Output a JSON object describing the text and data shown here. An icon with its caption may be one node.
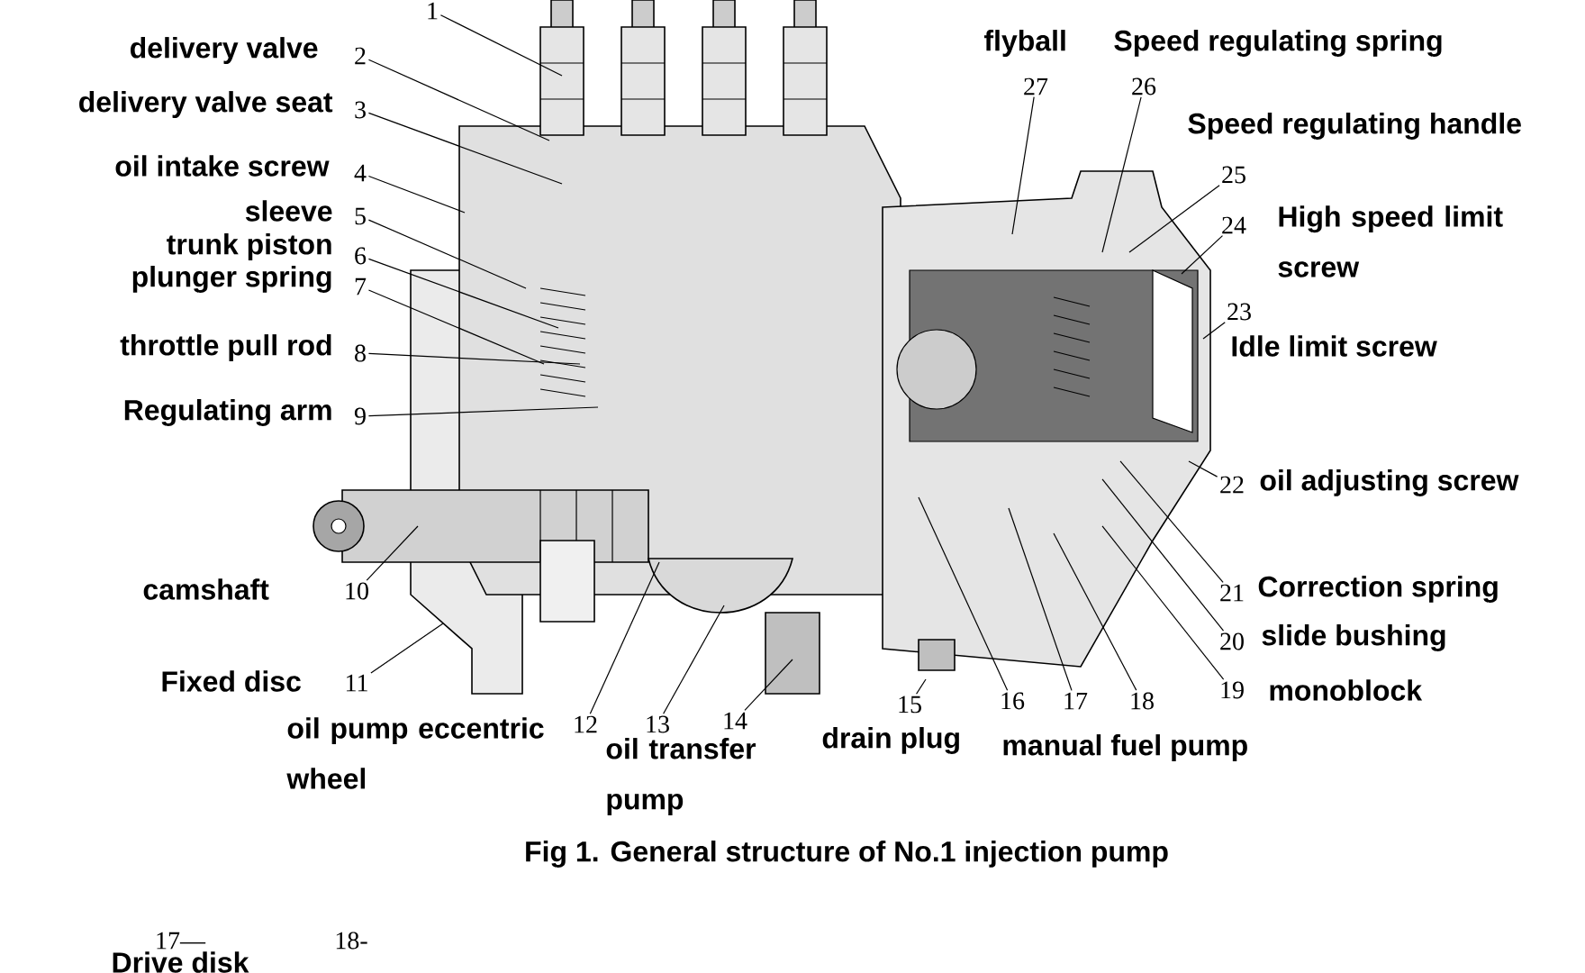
{
  "diagram": {
    "caption": "Fig 1. General structure of No.1 injection pump",
    "nodes": [
      {
        "text": [
          "1"
        ]
      },
      {
        "text": [
          "2"
        ],
        "beside": [
          "delivery valve"
        ]
      },
      {
        "text": [
          "3"
        ],
        "beside": [
          "delivery valve seat"
        ]
      },
      {
        "text": [
          "4"
        ],
        "beside": [
          "oil intake screw"
        ]
      },
      {
        "text": [
          "5"
        ],
        "beside": [
          "sleeve"
        ]
      },
      {
        "text": [
          "6"
        ],
        "beside": [
          "trunk piston"
        ]
      },
      {
        "text": [
          "7"
        ],
        "beside": [
          "plunger spring"
        ]
      },
      {
        "text": [
          "8"
        ],
        "beside": [
          "throttle pull rod"
        ]
      },
      {
        "text": [
          "9"
        ],
        "beside": [
          "Regulating arm"
        ]
      },
      {
        "text": [
          "10"
        ],
        "beside": [
          "camshaft"
        ]
      },
      {
        "text": [
          "11"
        ],
        "beside": [
          "Fixed disc"
        ]
      },
      {
        "text": [
          "12"
        ],
        "beside": [
          "oil pump eccentric wheel"
        ]
      },
      {
        "text": [
          "13"
        ],
        "beside": [
          "oil transfer pump"
        ]
      },
      {
        "text": [
          "14"
        ]
      },
      {
        "text": [
          "15"
        ],
        "beside": [
          "drain plug"
        ]
      },
      {
        "text": [
          "16"
        ]
      },
      {
        "text": [
          "17"
        ]
      },
      {
        "text": [
          "18"
        ]
      },
      {
        "text": [
          "19"
        ],
        "beside": [
          "monoblock"
        ]
      },
      {
        "text": [
          "20"
        ],
        "beside": [
          "slide bushing"
        ]
      },
      {
        "text": [
          "21"
        ],
        "beside": [
          "Correction spring"
        ]
      },
      {
        "text": [
          "22"
        ],
        "beside": [
          "oil adjusting screw"
        ]
      },
      {
        "text": [
          "23"
        ],
        "beside": [
          "Idle limit screw"
        ]
      },
      {
        "text": [
          "24"
        ],
        "beside": [
          "High speed limit screw"
        ]
      },
      {
        "text": [
          "25"
        ],
        "beside": [
          "Speed regulating handle"
        ]
      },
      {
        "text": [
          "26"
        ],
        "beside": [
          "Speed regulating spring"
        ]
      },
      {
        "text": [
          "27"
        ],
        "beside": [
          "flyball"
        ]
      }
    ],
    "edges": [
      {
        "from": 0,
        "to": null,
        "arrow": "none"
      },
      {
        "from": 1,
        "to": null,
        "arrow": "none"
      },
      {
        "from": 2,
        "to": null,
        "arrow": "none"
      },
      {
        "from": 3,
        "to": null,
        "arrow": "none"
      },
      {
        "from": 4,
        "to": null,
        "arrow": "none"
      },
      {
        "from": 5,
        "to": null,
        "arrow": "none"
      },
      {
        "from": 6,
        "to": null,
        "arrow": "none"
      },
      {
        "from": 7,
        "to": null,
        "arrow": "none"
      },
      {
        "from": 8,
        "to": null,
        "arrow": "none"
      },
      {
        "from": 9,
        "to": null,
        "arrow": "none"
      },
      {
        "from": 10,
        "to": null,
        "arrow": "none"
      },
      {
        "from": 11,
        "to": null,
        "arrow": "none"
      },
      {
        "from": 12,
        "to": null,
        "arrow": "none"
      },
      {
        "from": 13,
        "to": null,
        "arrow": "none"
      },
      {
        "from": 14,
        "to": null,
        "arrow": "none"
      },
      {
        "from": 15,
        "to": null,
        "arrow": "none"
      },
      {
        "from": 16,
        "to": null,
        "arrow": "none"
      },
      {
        "from": 17,
        "to": null,
        "arrow": "none"
      },
      {
        "from": 18,
        "to": null,
        "arrow": "none"
      },
      {
        "from": 19,
        "to": null,
        "arrow": "none"
      },
      {
        "from": 20,
        "to": null,
        "arrow": "none"
      },
      {
        "from": 21,
        "to": null,
        "arrow": "none"
      },
      {
        "from": 22,
        "to": null,
        "arrow": "none"
      },
      {
        "from": 23,
        "to": null,
        "arrow": "none"
      },
      {
        "from": 24,
        "to": null,
        "arrow": "none"
      },
      {
        "from": 25,
        "to": null,
        "arrow": "none"
      },
      {
        "from": 26,
        "to": null,
        "arrow": "none"
      }
    ],
    "labels": [
      "manual fuel pump",
      "17—",
      "18-",
      "Drive disk"
    ]
  }
}
